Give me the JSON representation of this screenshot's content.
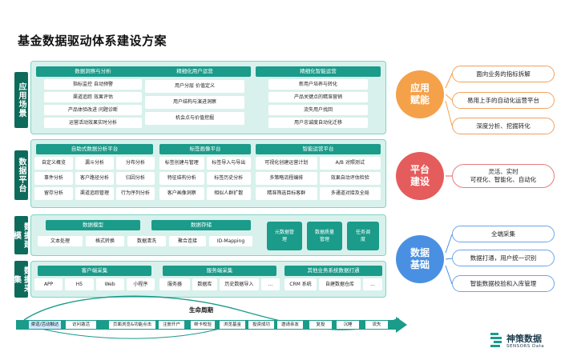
{
  "title": "基金数据驱动体系建设方案",
  "layers": {
    "app": {
      "label": "应用场景",
      "cols": [
        {
          "header": "数据洞察与分析",
          "cells": [
            "指标监控 自动预警",
            "渠道追踪 效果评估",
            "产品体验改进 问题诊断",
            "运营活动效果实时分析"
          ]
        },
        {
          "header": "精细化用户运营",
          "cells": [
            "用户分层 价值定义",
            "用户结构与演进洞察",
            "机会点与价值挖掘"
          ]
        },
        {
          "header": "精细化智能运营",
          "cells": [
            "新用户培养与转化",
            "产品关键点的精准营销",
            "流失用户找回",
            "用户忠诚度自动化迁移"
          ]
        }
      ]
    },
    "platform": {
      "label": "数据平台",
      "groups": [
        {
          "header": "自助式数据分析平台",
          "cells": [
            "自定义概览",
            "漏斗分析",
            "分布分析",
            "事件分析",
            "客户路径分析",
            "归因分析",
            "留存分析",
            "渠道追踪管理",
            "行为序列分析"
          ]
        },
        {
          "header": "标签画像平台",
          "cells": [
            "标签创建与管理",
            "标签导入与导出",
            "特征结构分析",
            "标签历史分析",
            "客户画像洞察",
            "相似人群扩散"
          ]
        },
        {
          "header": "智能运营平台",
          "cells": [
            "可视化创建运营计划",
            "A/B 对照测试",
            "多策略流程编排",
            "效果自动评估检验",
            "精准筛选目标客群",
            "多通道对接及全局"
          ]
        }
      ]
    },
    "build": {
      "label": "数据建模",
      "model": {
        "header": "数据模型",
        "cells": [
          "文本处理",
          "格式转换",
          "数据清洗"
        ]
      },
      "store": {
        "header": "数据存储",
        "cells": [
          "聚合连接",
          "ID-Mapping"
        ]
      },
      "extras": [
        "元数据管理",
        "数据质量管理",
        "任务调度"
      ]
    },
    "collect": {
      "label": "数据采集",
      "client": {
        "header": "客户端采集",
        "cells": [
          "APP",
          "H5",
          "Web",
          "小程序"
        ]
      },
      "server": {
        "header": "服务端采集",
        "cells": [
          "服务器",
          "数据库",
          "历史数据导入",
          "..."
        ]
      },
      "other": {
        "header": "其他业务系统数据打通",
        "cells": [
          "CRM 系统",
          "自建数据仓库",
          "..."
        ]
      }
    }
  },
  "lifecycle": {
    "title": "生命周期",
    "steps": [
      "渠道/活动触达",
      "访问激活",
      "页面浏览&功能点击",
      "注册开户",
      "绑卡校验",
      "浏览基金",
      "投资成功",
      "邀请亲友",
      "复投",
      "沉睡",
      "流失"
    ]
  },
  "circles": {
    "app": "应用赋能",
    "platform": "平台建设",
    "data": "数据基础"
  },
  "pills": {
    "app": [
      "面向业务的指标拆解",
      "易用上手的自动化运营平台",
      "深度分析、挖掘转化"
    ],
    "platform": [
      "灵活、实时",
      "可视化、智能化、自动化"
    ],
    "data": [
      "全端采集",
      "数据打通，用户统一识别",
      "智能数据校验和入库管理"
    ]
  },
  "logo": {
    "name": "神策数据",
    "sub": "SENSORS Data"
  },
  "colors": {
    "teal": "#1b9b8a",
    "orange": "#f5a14a",
    "red": "#e55c5c",
    "blue": "#4a90e2"
  }
}
